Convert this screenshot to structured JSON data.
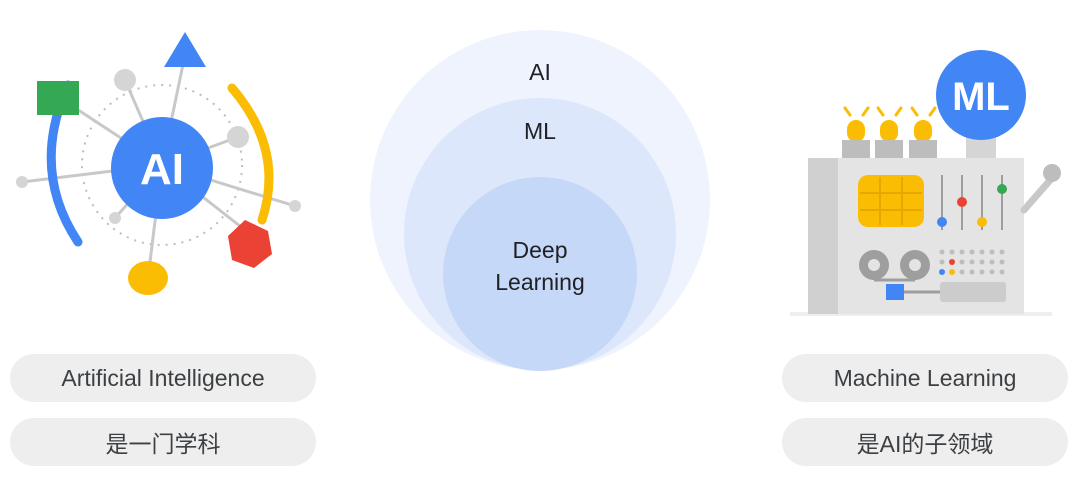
{
  "left": {
    "badge": "AI",
    "title": "Artificial Intelligence",
    "subtitle": "是一门学科"
  },
  "center": {
    "outer_label": "AI",
    "middle_label": "ML",
    "inner_label_line1": "Deep",
    "inner_label_line2": "Learning"
  },
  "right": {
    "badge": "ML",
    "title": "Machine Learning",
    "subtitle": "是AI的子领域"
  },
  "colors": {
    "blue": "#4285f4",
    "green": "#34a853",
    "yellow": "#fbbc04",
    "red": "#ea4335",
    "circle_outer": "#eef3fd",
    "circle_middle": "#dde7fb",
    "circle_inner": "#c6d8f8"
  },
  "icons": [
    "network-ai-icon",
    "nested-circles-diagram",
    "ml-machine-icon"
  ]
}
